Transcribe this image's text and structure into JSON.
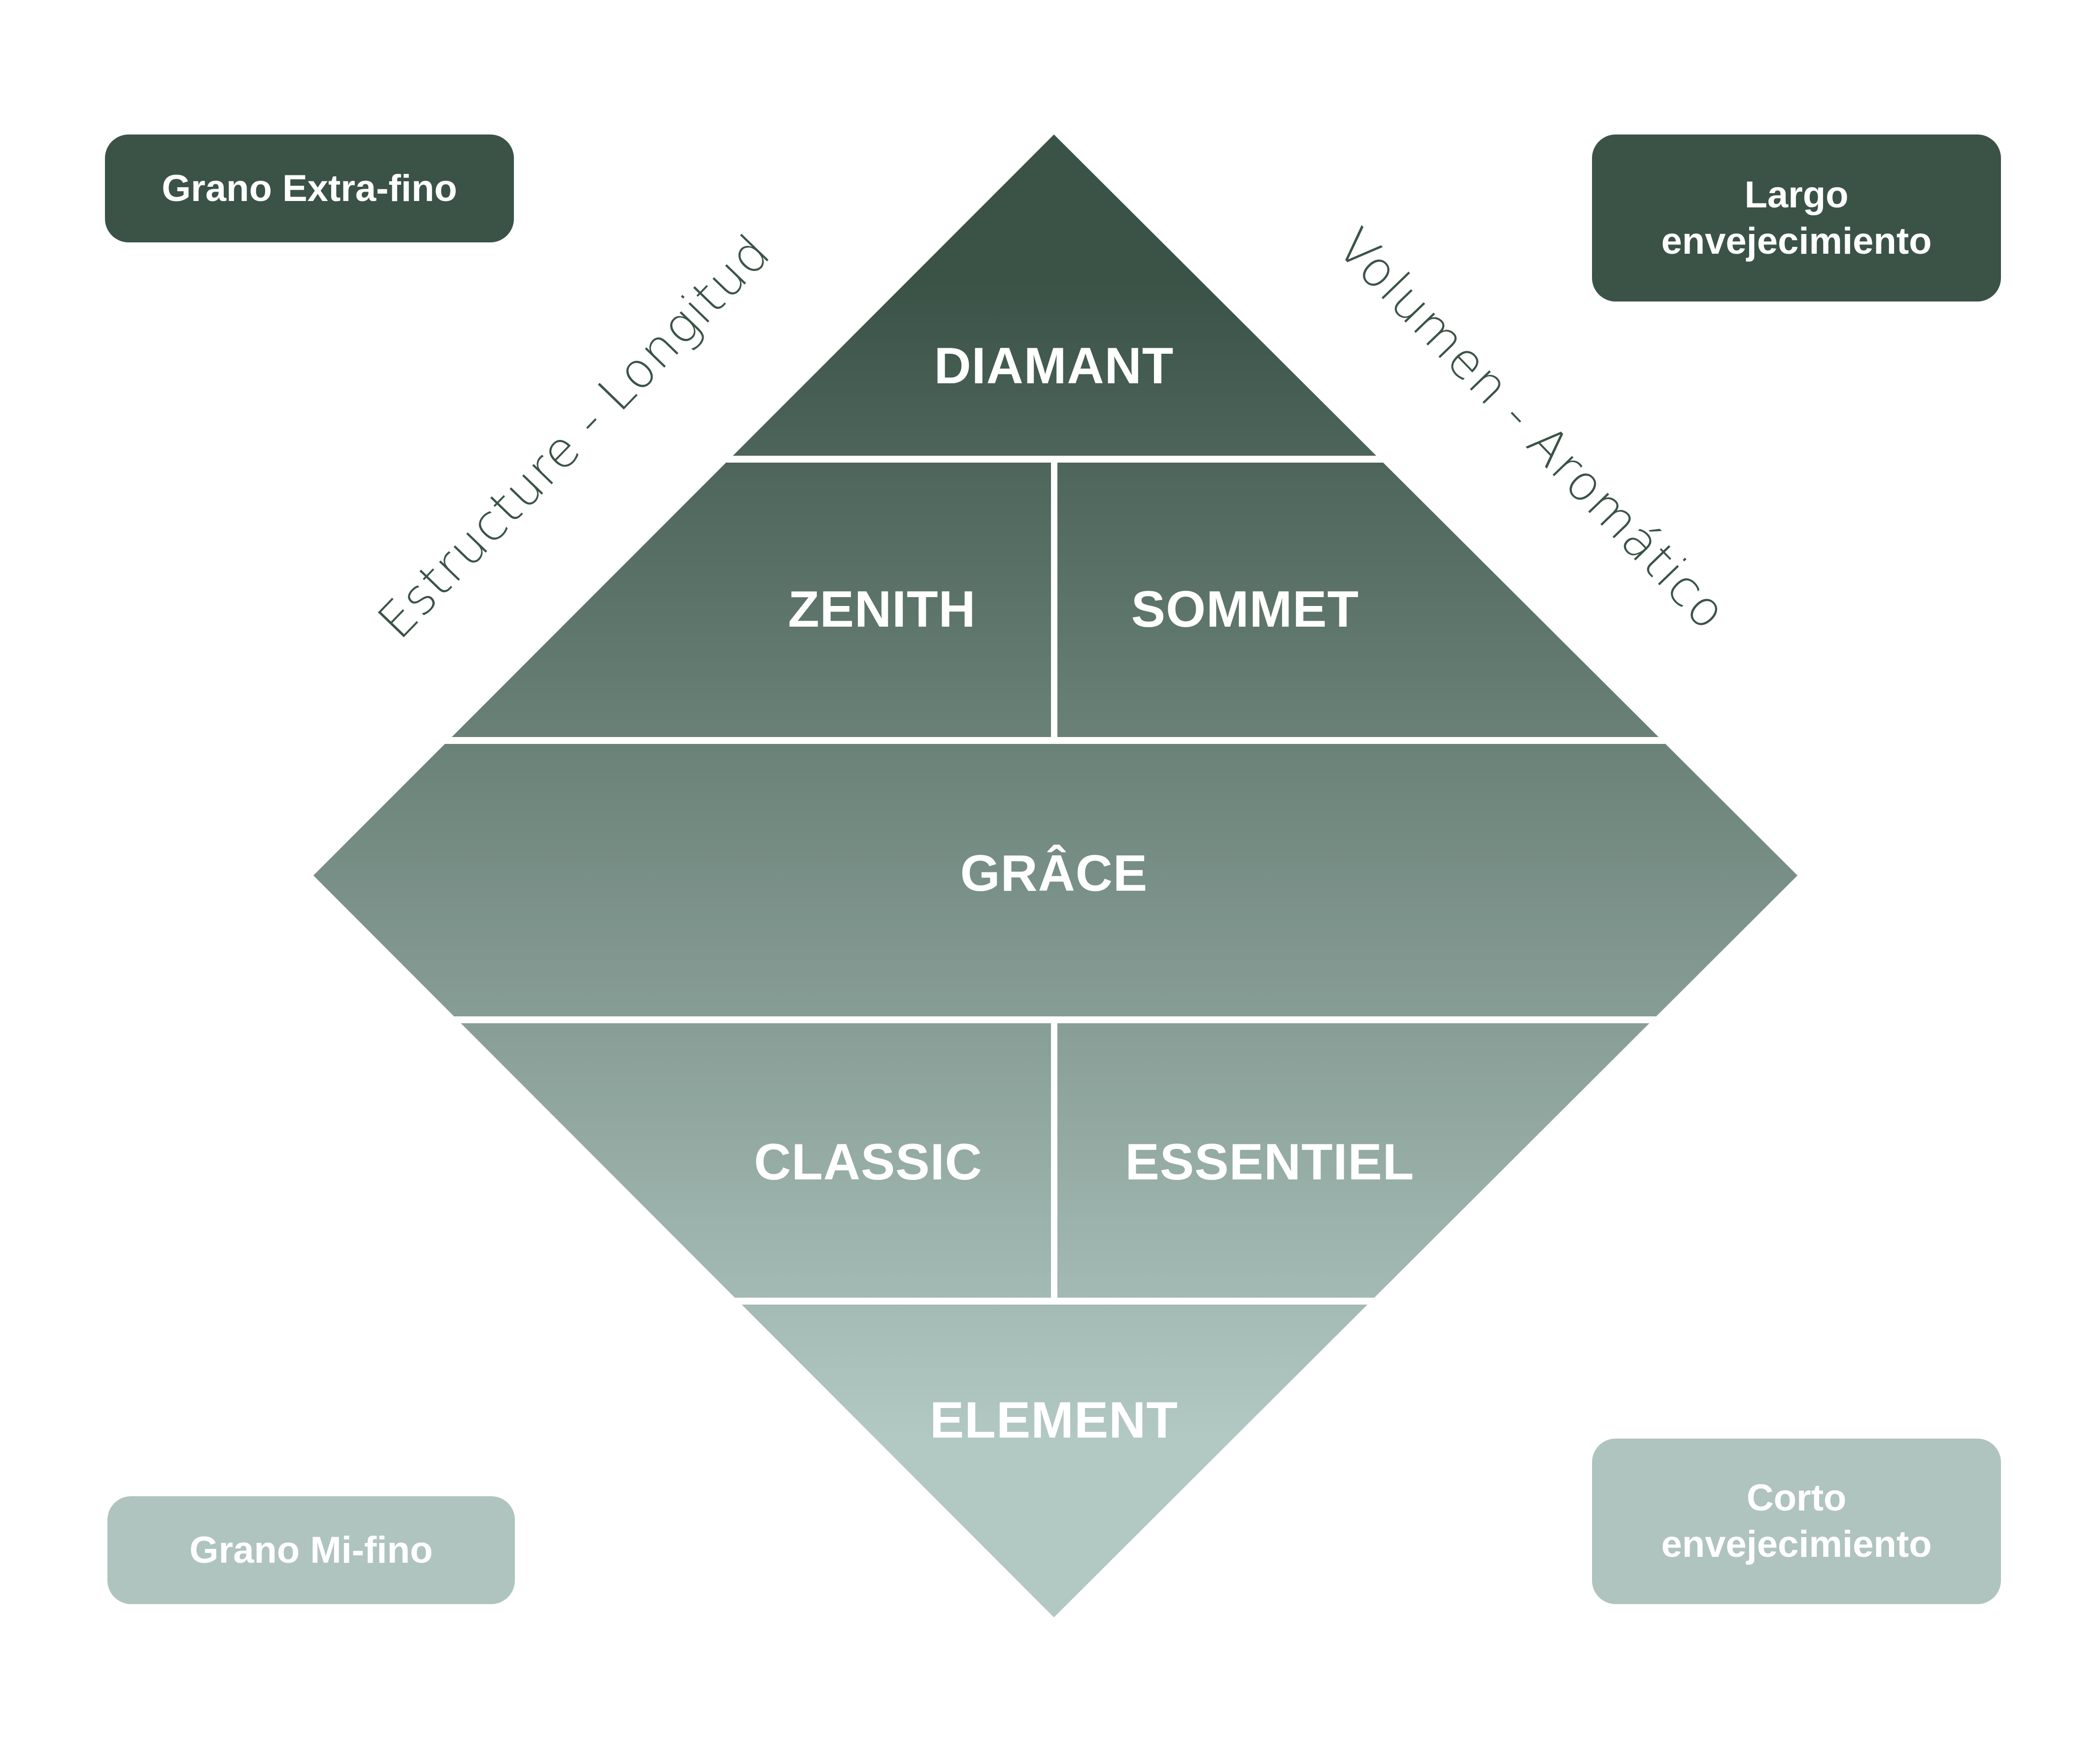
{
  "diagram": {
    "title_visible": false,
    "colors": {
      "dark": "#3b5347",
      "light": "#b2c8c3",
      "axis_text": "#3b5347",
      "label_text": "#ffffff",
      "background": "#ffffff",
      "divider": "#ffffff"
    },
    "tiers": [
      {
        "id": "diamant",
        "labels": [
          "DIAMANT"
        ]
      },
      {
        "id": "zenith-sommet",
        "labels": [
          "ZENITH",
          "SOMMET"
        ]
      },
      {
        "id": "grace",
        "labels": [
          "GRÂCE"
        ]
      },
      {
        "id": "classic-essentiel",
        "labels": [
          "CLASSIC",
          "ESSENTIEL"
        ]
      },
      {
        "id": "element",
        "labels": [
          "ELEMENT"
        ]
      }
    ],
    "axes": {
      "left": "Estructure - Longitud",
      "right": "Volumen - Aromático"
    },
    "corners": {
      "top_left": {
        "lines": [
          "Grano Extra-fino"
        ],
        "color": "#3b5347"
      },
      "top_right": {
        "lines": [
          "Largo",
          "envejecimiento"
        ],
        "color": "#3b5347"
      },
      "bottom_left": {
        "lines": [
          "Grano Mi-fino"
        ],
        "color": "#b0c4bf"
      },
      "bottom_right": {
        "lines": [
          "Corto",
          "envejecimiento"
        ],
        "color": "#b0c4bf"
      }
    }
  }
}
